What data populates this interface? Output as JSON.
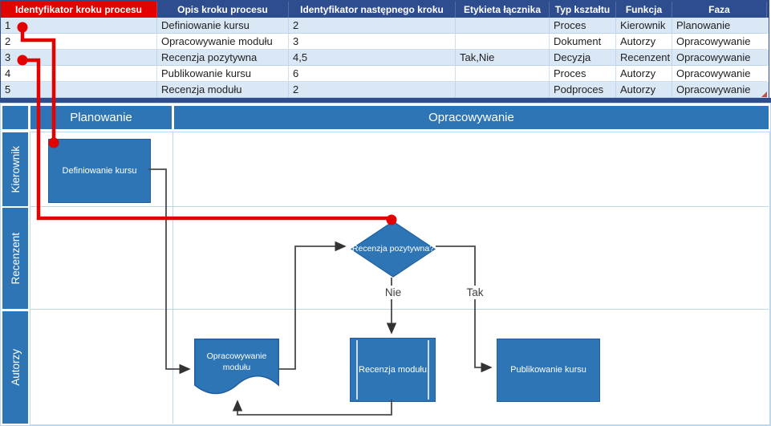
{
  "table": {
    "columns": [
      {
        "label": "Identyfikator kroku procesu",
        "highlight": true
      },
      {
        "label": "Opis kroku procesu",
        "highlight": false
      },
      {
        "label": "Identyfikator następnego kroku",
        "highlight": false
      },
      {
        "label": "Etykieta łącznika",
        "highlight": false
      },
      {
        "label": "Typ kształtu",
        "highlight": false
      },
      {
        "label": "Funkcja",
        "highlight": false
      },
      {
        "label": "Faza",
        "highlight": false
      }
    ],
    "rows": [
      [
        "1",
        "Definiowanie kursu",
        "2",
        "",
        "Proces",
        "Kierownik",
        "Planowanie"
      ],
      [
        "2",
        "Opracowywanie modułu",
        "3",
        "",
        "Dokument",
        "Autorzy",
        "Opracowywanie"
      ],
      [
        "3",
        "Recenzja pozytywna",
        "4,5",
        "Tak,Nie",
        "Decyzja",
        "Recenzent",
        "Opracowywanie"
      ],
      [
        "4",
        "Publikowanie kursu",
        "6",
        "",
        "Proces",
        "Autorzy",
        "Opracowywanie"
      ],
      [
        "5",
        "Recenzja modułu",
        "2",
        "",
        "Podproces",
        "Autorzy",
        "Opracowywanie"
      ]
    ]
  },
  "diagram": {
    "phases": [
      {
        "label": "Planowanie"
      },
      {
        "label": "Opracowywanie"
      }
    ],
    "lanes": [
      {
        "label": "Kierownik"
      },
      {
        "label": "Recenzent"
      },
      {
        "label": "Autorzy"
      }
    ],
    "shapes": {
      "process1": {
        "label": "Definiowanie kursu",
        "type": "Proces"
      },
      "document": {
        "label": "Opracowywanie modułu",
        "type": "Dokument"
      },
      "decision": {
        "label": "Recenzja pozytywna?",
        "type": "Decyzja"
      },
      "subprocess": {
        "label": "Recenzja modułu",
        "type": "Podproces"
      },
      "process2": {
        "label": "Publikowanie kursu",
        "type": "Proces"
      }
    },
    "connector_labels": {
      "no": "Nie",
      "yes": "Tak"
    }
  },
  "colors": {
    "header_navy": "#2E4D8E",
    "highlight_red": "#E20202",
    "accent_blue": "#2E75B6",
    "row_alt": "#DAE7F5",
    "grid_light": "#BDD7EE",
    "connector_gray": "#4A4A4A"
  }
}
